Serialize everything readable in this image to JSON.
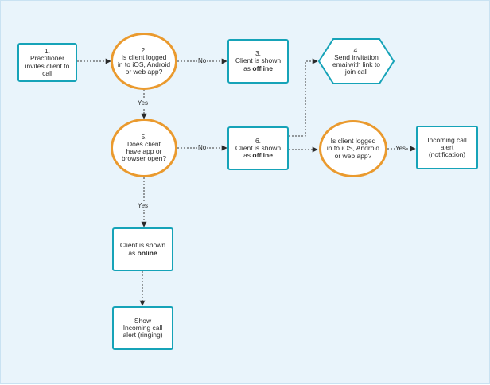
{
  "nodes": {
    "n1": {
      "num": "1.",
      "line1": "Practitioner",
      "line2": "invites client to",
      "line3": "call"
    },
    "n2": {
      "num": "2.",
      "line1": "Is client logged",
      "line2": "in to iOS, Android",
      "line3": "or web app?"
    },
    "n3": {
      "num": "3.",
      "line1": "Client is shown",
      "pre": "as ",
      "bold": "offline"
    },
    "n4": {
      "num": "4.",
      "line1": "Send invitation",
      "line2": "emailwith link to",
      "line3": "join call"
    },
    "n5": {
      "num": "5.",
      "line1": "Does client",
      "line2": "have app or",
      "line3": "browser open?"
    },
    "n6": {
      "num": "6.",
      "line1": "Client is shown",
      "pre": "as ",
      "bold": "offline"
    },
    "n7": {
      "line1": "Is client logged",
      "line2": "in to iOS, Android",
      "line3": "or web app?"
    },
    "n8": {
      "line1": "Incoming call",
      "line2": "alert",
      "line3": "(notification)"
    },
    "n9": {
      "line1": "Client is shown",
      "pre": "as ",
      "bold": "online"
    },
    "n10": {
      "line1": "Show",
      "line2": "Incoming call",
      "line3": "alert (ringing)"
    }
  },
  "edge_labels": {
    "n2_n3": "No",
    "n2_n5": "Yes",
    "n5_n6": "No",
    "n5_n9": "Yes",
    "n7_n8": "Yes"
  },
  "colors": {
    "process_border": "#16a3b8",
    "decision_border": "#ea9a2e",
    "connector": "#3a3a3a",
    "background": "#e9f4fb"
  }
}
